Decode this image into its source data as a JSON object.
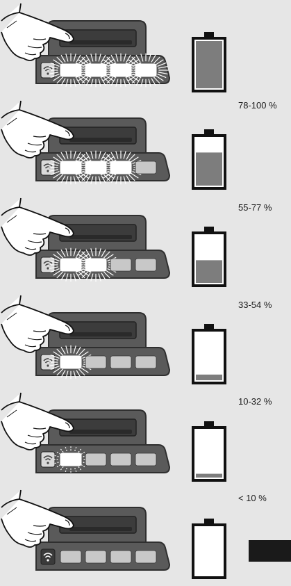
{
  "levels": [
    {
      "label": "78-100 %",
      "lit_segments": 4,
      "battery_fill": 1.0,
      "icon_state": "lit",
      "glow": "strong"
    },
    {
      "label": "55-77 %",
      "lit_segments": 3,
      "battery_fill": 0.7,
      "icon_state": "lit",
      "glow": "strong"
    },
    {
      "label": "33-54 %",
      "lit_segments": 2,
      "battery_fill": 0.48,
      "icon_state": "lit",
      "glow": "strong"
    },
    {
      "label": "10-32 %",
      "lit_segments": 1,
      "battery_fill": 0.12,
      "icon_state": "lit",
      "glow": "strong"
    },
    {
      "label": "< 10 %",
      "lit_segments": 1,
      "battery_fill": 0.08,
      "icon_state": "lit",
      "glow": "faint"
    },
    {
      "label": "",
      "lit_segments": 0,
      "battery_fill": 0.0,
      "icon_state": "dark",
      "glow": "none"
    }
  ],
  "colors": {
    "background": "#e6e6e6",
    "device_body": "#5a5a5a",
    "device_edge": "#2f2f2f",
    "screen": "#3c3c3c",
    "segment_off": "#c8c8c8",
    "segment_on": "#ffffff",
    "battery_fill": "#7d7d7d",
    "battery_outline": "#111111",
    "empty_block": "#1a1a1a"
  },
  "icons": {
    "hand": "pointing-hand-icon",
    "signal": "wireless-signal-icon",
    "battery": "battery-icon"
  }
}
